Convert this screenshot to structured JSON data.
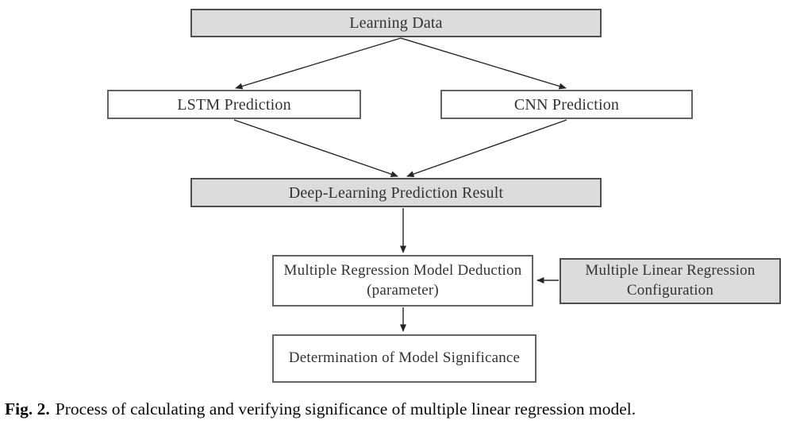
{
  "figure": {
    "caption_label": "Fig. 2.",
    "caption_text": "Process of calculating and verifying significance of multiple linear regression model."
  },
  "flowchart": {
    "nodes": {
      "learning_data": {
        "label": "Learning Data",
        "fill": "#dcdcdc"
      },
      "lstm_prediction": {
        "label": "LSTM Prediction",
        "fill": "#ffffff"
      },
      "cnn_prediction": {
        "label": "CNN Prediction",
        "fill": "#ffffff"
      },
      "deep_result": {
        "label": "Deep-Learning Prediction Result",
        "fill": "#dcdcdc"
      },
      "regression_deduction": {
        "label": "Multiple Regression Model Deduction (parameter)",
        "fill": "#ffffff"
      },
      "mlr_config": {
        "label": "Multiple Linear Regression Configuration",
        "fill": "#dcdcdc"
      },
      "determination": {
        "label": "Determination of Model Significance",
        "fill": "#ffffff"
      }
    },
    "edges": [
      {
        "from": "learning_data",
        "to": "lstm_prediction"
      },
      {
        "from": "learning_data",
        "to": "cnn_prediction"
      },
      {
        "from": "lstm_prediction",
        "to": "deep_result"
      },
      {
        "from": "cnn_prediction",
        "to": "deep_result"
      },
      {
        "from": "deep_result",
        "to": "regression_deduction"
      },
      {
        "from": "mlr_config",
        "to": "regression_deduction"
      },
      {
        "from": "regression_deduction",
        "to": "determination"
      }
    ],
    "colors": {
      "gray_fill": "#dcdcdc",
      "gray_border": "#4f4f4f",
      "white_border": "#636363",
      "arrow": "#262626",
      "text": "#333333"
    }
  }
}
